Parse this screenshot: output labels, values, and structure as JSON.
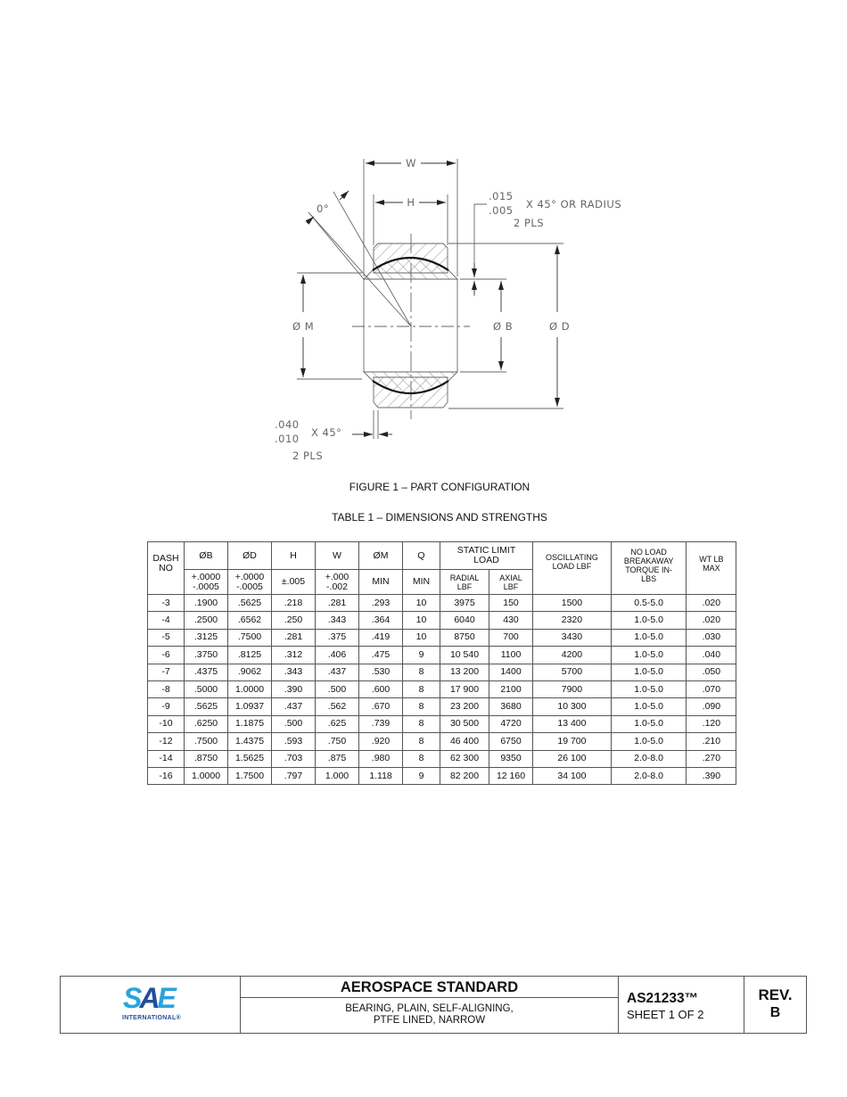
{
  "figure": {
    "labels": {
      "w": "W",
      "h": "H",
      "angle": "0°",
      "chamfer_top_upper": ".015",
      "chamfer_top_lower": ".005",
      "chamfer_top_suffix": "X 45°  OR RADIUS",
      "chamfer_top_pls": "2 PLS",
      "dia_m": "Ø M",
      "dia_b": "Ø B",
      "dia_d": "Ø D",
      "chamfer_bot_upper": ".040",
      "chamfer_bot_lower": ".010",
      "chamfer_bot_suffix": "X 45°",
      "chamfer_bot_pls": "2 PLS"
    },
    "caption": "FIGURE 1 – PART CONFIGURATION"
  },
  "table": {
    "caption": "TABLE 1 – DIMENSIONS AND STRENGTHS",
    "headers": {
      "dash": "DASH NO",
      "b": "ØB",
      "d": "ØD",
      "h": "H",
      "w": "W",
      "m": "ØM",
      "q": "Q",
      "static": "STATIC LIMIT LOAD",
      "osc": "OSCILLATING LOAD LBF",
      "torque": "NO LOAD BREAKAWAY TORQUE IN-LBS",
      "wt": "WT LB MAX"
    },
    "subheaders": {
      "b_tol": "+.0000 -.0005",
      "d_tol": "+.0000 -.0005",
      "h_tol": "±.005",
      "w_tol": "+.000 -.002",
      "m_tol": "MIN",
      "q_tol": "MIN",
      "radial": "RADIAL LBF",
      "axial": "AXIAL LBF"
    },
    "rows": [
      [
        "-3",
        ".1900",
        ".5625",
        ".218",
        ".281",
        ".293",
        "10",
        "3975",
        "150",
        "1500",
        "0.5-5.0",
        ".020"
      ],
      [
        "-4",
        ".2500",
        ".6562",
        ".250",
        ".343",
        ".364",
        "10",
        "6040",
        "430",
        "2320",
        "1.0-5.0",
        ".020"
      ],
      [
        "-5",
        ".3125",
        ".7500",
        ".281",
        ".375",
        ".419",
        "10",
        "8750",
        "700",
        "3430",
        "1.0-5.0",
        ".030"
      ],
      [
        "-6",
        ".3750",
        ".8125",
        ".312",
        ".406",
        ".475",
        "9",
        "10 540",
        "1100",
        "4200",
        "1.0-5.0",
        ".040"
      ],
      [
        "-7",
        ".4375",
        ".9062",
        ".343",
        ".437",
        ".530",
        "8",
        "13 200",
        "1400",
        "5700",
        "1.0-5.0",
        ".050"
      ],
      [
        "-8",
        ".5000",
        "1.0000",
        ".390",
        ".500",
        ".600",
        "8",
        "17 900",
        "2100",
        "7900",
        "1.0-5.0",
        ".070"
      ],
      [
        "-9",
        ".5625",
        "1.0937",
        ".437",
        ".562",
        ".670",
        "8",
        "23 200",
        "3680",
        "10 300",
        "1.0-5.0",
        ".090"
      ],
      [
        "-10",
        ".6250",
        "1.1875",
        ".500",
        ".625",
        ".739",
        "8",
        "30 500",
        "4720",
        "13 400",
        "1.0-5.0",
        ".120"
      ],
      [
        "-12",
        ".7500",
        "1.4375",
        ".593",
        ".750",
        ".920",
        "8",
        "46 400",
        "6750",
        "19 700",
        "1.0-5.0",
        ".210"
      ],
      [
        "-14",
        ".8750",
        "1.5625",
        ".703",
        ".875",
        ".980",
        "8",
        "62 300",
        "9350",
        "26 100",
        "2.0-8.0",
        ".270"
      ],
      [
        "-16",
        "1.0000",
        "1.7500",
        ".797",
        "1.000",
        "1.118",
        "9",
        "82 200",
        "12 160",
        "34 100",
        "2.0-8.0",
        ".390"
      ]
    ]
  },
  "title_block": {
    "logo_text": "SAE",
    "logo_sub": "INTERNATIONAL®",
    "heading": "AEROSPACE STANDARD",
    "title_line1": "BEARING, PLAIN, SELF-ALIGNING,",
    "title_line2": "PTFE LINED, NARROW",
    "doc_number": "AS21233™",
    "sheet": "SHEET 1 OF 2",
    "rev_label": "REV.",
    "rev_value": "B",
    "colors": {
      "logo_light_blue": "#2aa3dc",
      "logo_dark_blue": "#1f4e9c"
    }
  }
}
